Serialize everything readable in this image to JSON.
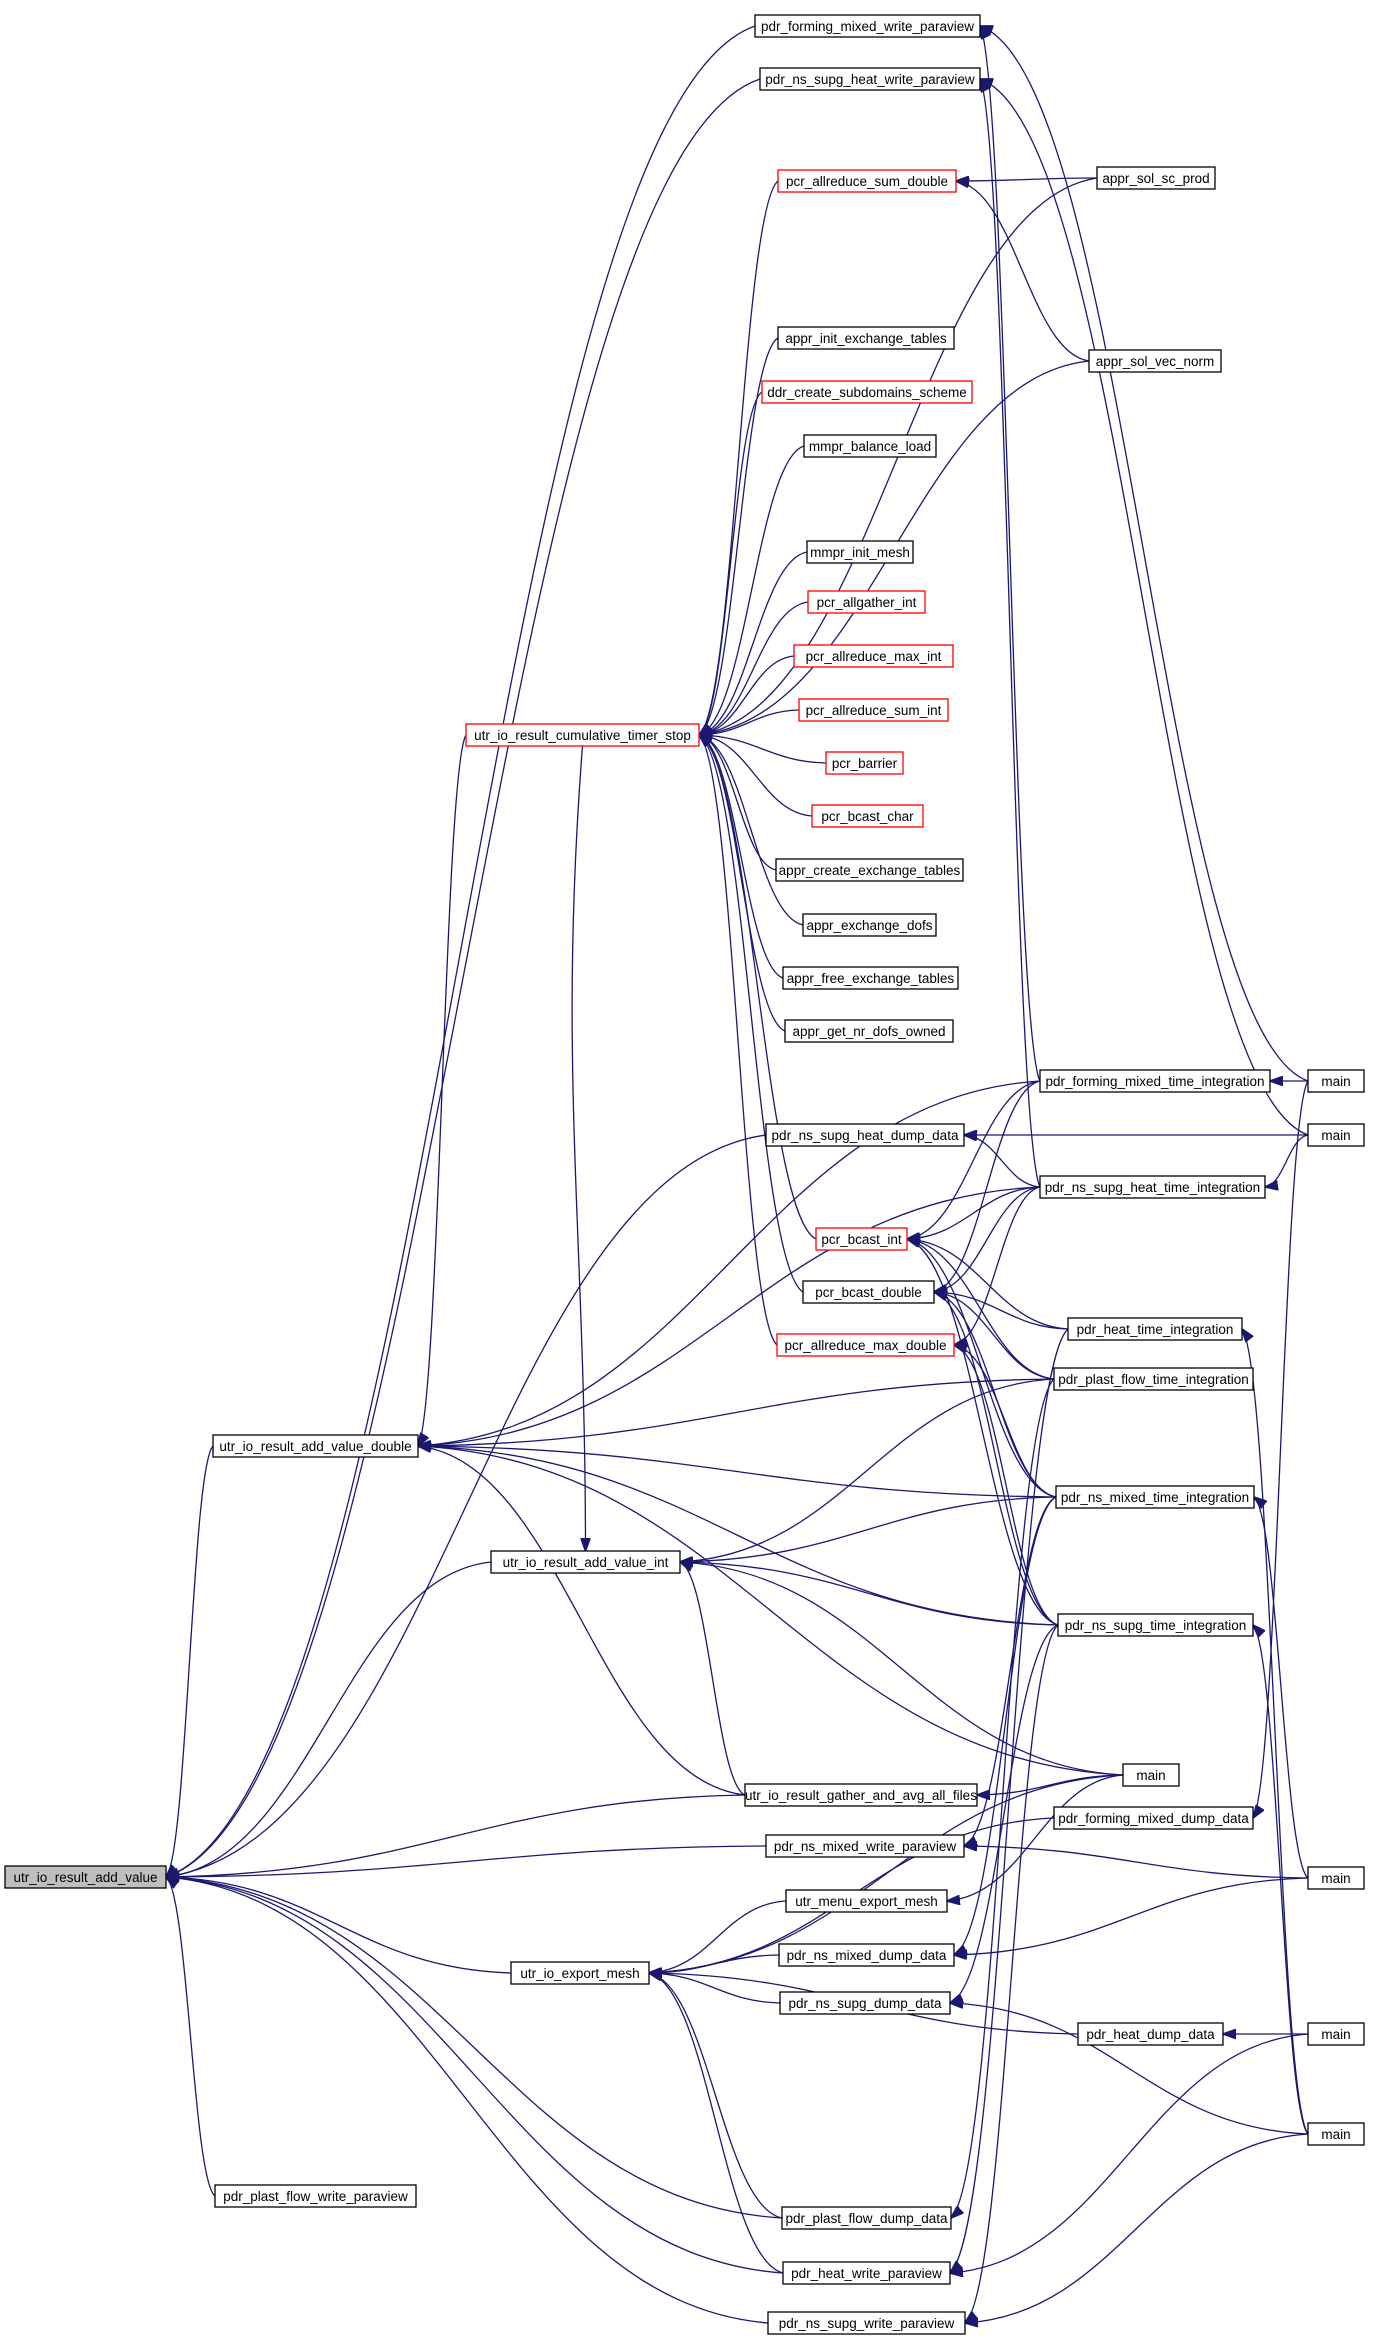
{
  "graph": {
    "root": "n0",
    "nodes": [
      {
        "id": "n0",
        "label": "utr_io_result_add_value",
        "style": "root"
      },
      {
        "id": "n1",
        "label": "pdr_forming_mixed_write_paraview",
        "style": "normal"
      },
      {
        "id": "n2",
        "label": "pdr_ns_supg_heat_write_paraview",
        "style": "normal"
      },
      {
        "id": "n3",
        "label": "pcr_allreduce_sum_double",
        "style": "red"
      },
      {
        "id": "n4",
        "label": "appr_sol_sc_prod",
        "style": "normal"
      },
      {
        "id": "n5",
        "label": "appr_init_exchange_tables",
        "style": "normal"
      },
      {
        "id": "n6",
        "label": "ddr_create_subdomains_scheme",
        "style": "red"
      },
      {
        "id": "n7",
        "label": "appr_sol_vec_norm",
        "style": "normal"
      },
      {
        "id": "n8",
        "label": "mmpr_balance_load",
        "style": "normal"
      },
      {
        "id": "n9",
        "label": "mmpr_init_mesh",
        "style": "normal"
      },
      {
        "id": "n10",
        "label": "pcr_allgather_int",
        "style": "red"
      },
      {
        "id": "n11",
        "label": "pcr_allreduce_max_int",
        "style": "red"
      },
      {
        "id": "n12",
        "label": "pcr_allreduce_sum_int",
        "style": "red"
      },
      {
        "id": "n13",
        "label": "utr_io_result_cumulative_timer_stop",
        "style": "red"
      },
      {
        "id": "n14",
        "label": "pcr_barrier",
        "style": "red"
      },
      {
        "id": "n15",
        "label": "pcr_bcast_char",
        "style": "red"
      },
      {
        "id": "n16",
        "label": "appr_create_exchange_tables",
        "style": "normal"
      },
      {
        "id": "n17",
        "label": "appr_exchange_dofs",
        "style": "normal"
      },
      {
        "id": "n18",
        "label": "appr_free_exchange_tables",
        "style": "normal"
      },
      {
        "id": "n19",
        "label": "appr_get_nr_dofs_owned",
        "style": "normal"
      },
      {
        "id": "n20",
        "label": "pdr_forming_mixed_time_integration",
        "style": "normal"
      },
      {
        "id": "n21",
        "label": "main",
        "style": "normal"
      },
      {
        "id": "n22",
        "label": "pdr_ns_supg_heat_dump_data",
        "style": "normal"
      },
      {
        "id": "n23",
        "label": "main",
        "style": "normal"
      },
      {
        "id": "n24",
        "label": "pdr_ns_supg_heat_time_integration",
        "style": "normal"
      },
      {
        "id": "n25",
        "label": "pcr_bcast_int",
        "style": "red"
      },
      {
        "id": "n26",
        "label": "pcr_bcast_double",
        "style": "normal"
      },
      {
        "id": "n27",
        "label": "pdr_heat_time_integration",
        "style": "normal"
      },
      {
        "id": "n28",
        "label": "pcr_allreduce_max_double",
        "style": "red"
      },
      {
        "id": "n29",
        "label": "pdr_plast_flow_time_integration",
        "style": "normal"
      },
      {
        "id": "n30",
        "label": "utr_io_result_add_value_double",
        "style": "normal"
      },
      {
        "id": "n31",
        "label": "pdr_ns_mixed_time_integration",
        "style": "normal"
      },
      {
        "id": "n32",
        "label": "utr_io_result_add_value_int",
        "style": "normal"
      },
      {
        "id": "n33",
        "label": "pdr_ns_supg_time_integration",
        "style": "normal"
      },
      {
        "id": "n34",
        "label": "main",
        "style": "normal"
      },
      {
        "id": "n35",
        "label": "utr_io_result_gather_and_avg_all_files",
        "style": "normal"
      },
      {
        "id": "n36",
        "label": "pdr_forming_mixed_dump_data",
        "style": "normal"
      },
      {
        "id": "n37",
        "label": "pdr_ns_mixed_write_paraview",
        "style": "normal"
      },
      {
        "id": "n38",
        "label": "main",
        "style": "normal"
      },
      {
        "id": "n39",
        "label": "utr_menu_export_mesh",
        "style": "normal"
      },
      {
        "id": "n40",
        "label": "pdr_ns_mixed_dump_data",
        "style": "normal"
      },
      {
        "id": "n41",
        "label": "utr_io_export_mesh",
        "style": "normal"
      },
      {
        "id": "n42",
        "label": "pdr_ns_supg_dump_data",
        "style": "normal"
      },
      {
        "id": "n43",
        "label": "pdr_heat_dump_data",
        "style": "normal"
      },
      {
        "id": "n44",
        "label": "main",
        "style": "normal"
      },
      {
        "id": "n45",
        "label": "main",
        "style": "normal"
      },
      {
        "id": "n46",
        "label": "pdr_plast_flow_write_paraview",
        "style": "normal"
      },
      {
        "id": "n47",
        "label": "pdr_plast_flow_dump_data",
        "style": "normal"
      },
      {
        "id": "n48",
        "label": "pdr_heat_write_paraview",
        "style": "normal"
      },
      {
        "id": "n49",
        "label": "pdr_ns_supg_write_paraview",
        "style": "normal"
      }
    ],
    "edges": [
      {
        "from": "n1",
        "to": "n0"
      },
      {
        "from": "n2",
        "to": "n0"
      },
      {
        "from": "n22",
        "to": "n0"
      },
      {
        "from": "n30",
        "to": "n0"
      },
      {
        "from": "n32",
        "to": "n0"
      },
      {
        "from": "n35",
        "to": "n0"
      },
      {
        "from": "n37",
        "to": "n0"
      },
      {
        "from": "n41",
        "to": "n0"
      },
      {
        "from": "n46",
        "to": "n0"
      },
      {
        "from": "n47",
        "to": "n0"
      },
      {
        "from": "n48",
        "to": "n0"
      },
      {
        "from": "n49",
        "to": "n0"
      },
      {
        "from": "n21",
        "to": "n1"
      },
      {
        "from": "n20",
        "to": "n1"
      },
      {
        "from": "n23",
        "to": "n2"
      },
      {
        "from": "n24",
        "to": "n2"
      },
      {
        "from": "n4",
        "to": "n3"
      },
      {
        "from": "n7",
        "to": "n3"
      },
      {
        "from": "n3",
        "to": "n13"
      },
      {
        "from": "n4",
        "to": "n13"
      },
      {
        "from": "n5",
        "to": "n13"
      },
      {
        "from": "n6",
        "to": "n13"
      },
      {
        "from": "n7",
        "to": "n13"
      },
      {
        "from": "n8",
        "to": "n13"
      },
      {
        "from": "n9",
        "to": "n13"
      },
      {
        "from": "n10",
        "to": "n13"
      },
      {
        "from": "n11",
        "to": "n13"
      },
      {
        "from": "n12",
        "to": "n13"
      },
      {
        "from": "n14",
        "to": "n13"
      },
      {
        "from": "n15",
        "to": "n13"
      },
      {
        "from": "n16",
        "to": "n13"
      },
      {
        "from": "n17",
        "to": "n13"
      },
      {
        "from": "n18",
        "to": "n13"
      },
      {
        "from": "n19",
        "to": "n13"
      },
      {
        "from": "n25",
        "to": "n13"
      },
      {
        "from": "n26",
        "to": "n13"
      },
      {
        "from": "n28",
        "to": "n13"
      },
      {
        "from": "n13",
        "to": "n30"
      },
      {
        "from": "n13",
        "to": "n32"
      },
      {
        "from": "n21",
        "to": "n20"
      },
      {
        "from": "n23",
        "to": "n24"
      },
      {
        "from": "n23",
        "to": "n22"
      },
      {
        "from": "n24",
        "to": "n22"
      },
      {
        "from": "n20",
        "to": "n25"
      },
      {
        "from": "n24",
        "to": "n25"
      },
      {
        "from": "n31",
        "to": "n25"
      },
      {
        "from": "n33",
        "to": "n25"
      },
      {
        "from": "n27",
        "to": "n25"
      },
      {
        "from": "n29",
        "to": "n25"
      },
      {
        "from": "n20",
        "to": "n26"
      },
      {
        "from": "n24",
        "to": "n26"
      },
      {
        "from": "n27",
        "to": "n26"
      },
      {
        "from": "n29",
        "to": "n26"
      },
      {
        "from": "n31",
        "to": "n26"
      },
      {
        "from": "n33",
        "to": "n26"
      },
      {
        "from": "n24",
        "to": "n28"
      },
      {
        "from": "n31",
        "to": "n28"
      },
      {
        "from": "n33",
        "to": "n28"
      },
      {
        "from": "n20",
        "to": "n30"
      },
      {
        "from": "n24",
        "to": "n30"
      },
      {
        "from": "n29",
        "to": "n30"
      },
      {
        "from": "n31",
        "to": "n30"
      },
      {
        "from": "n33",
        "to": "n30"
      },
      {
        "from": "n34",
        "to": "n30"
      },
      {
        "from": "n35",
        "to": "n30"
      },
      {
        "from": "n29",
        "to": "n32"
      },
      {
        "from": "n31",
        "to": "n32"
      },
      {
        "from": "n33",
        "to": "n32"
      },
      {
        "from": "n34",
        "to": "n32"
      },
      {
        "from": "n35",
        "to": "n32"
      },
      {
        "from": "n34",
        "to": "n35"
      },
      {
        "from": "n45",
        "to": "n27"
      },
      {
        "from": "n38",
        "to": "n31"
      },
      {
        "from": "n45",
        "to": "n33"
      },
      {
        "from": "n21",
        "to": "n36"
      },
      {
        "from": "n38",
        "to": "n37"
      },
      {
        "from": "n31",
        "to": "n37"
      },
      {
        "from": "n38",
        "to": "n40"
      },
      {
        "from": "n31",
        "to": "n40"
      },
      {
        "from": "n33",
        "to": "n42"
      },
      {
        "from": "n45",
        "to": "n42"
      },
      {
        "from": "n44",
        "to": "n43"
      },
      {
        "from": "n34",
        "to": "n39"
      },
      {
        "from": "n39",
        "to": "n41"
      },
      {
        "from": "n40",
        "to": "n41"
      },
      {
        "from": "n42",
        "to": "n41"
      },
      {
        "from": "n47",
        "to": "n41"
      },
      {
        "from": "n48",
        "to": "n41"
      },
      {
        "from": "n36",
        "to": "n41"
      },
      {
        "from": "n43",
        "to": "n41"
      },
      {
        "from": "n34",
        "to": "n41"
      },
      {
        "from": "n44",
        "to": "n48"
      },
      {
        "from": "n27",
        "to": "n48"
      },
      {
        "from": "n45",
        "to": "n49"
      },
      {
        "from": "n33",
        "to": "n49"
      },
      {
        "from": "n29",
        "to": "n47"
      }
    ]
  }
}
